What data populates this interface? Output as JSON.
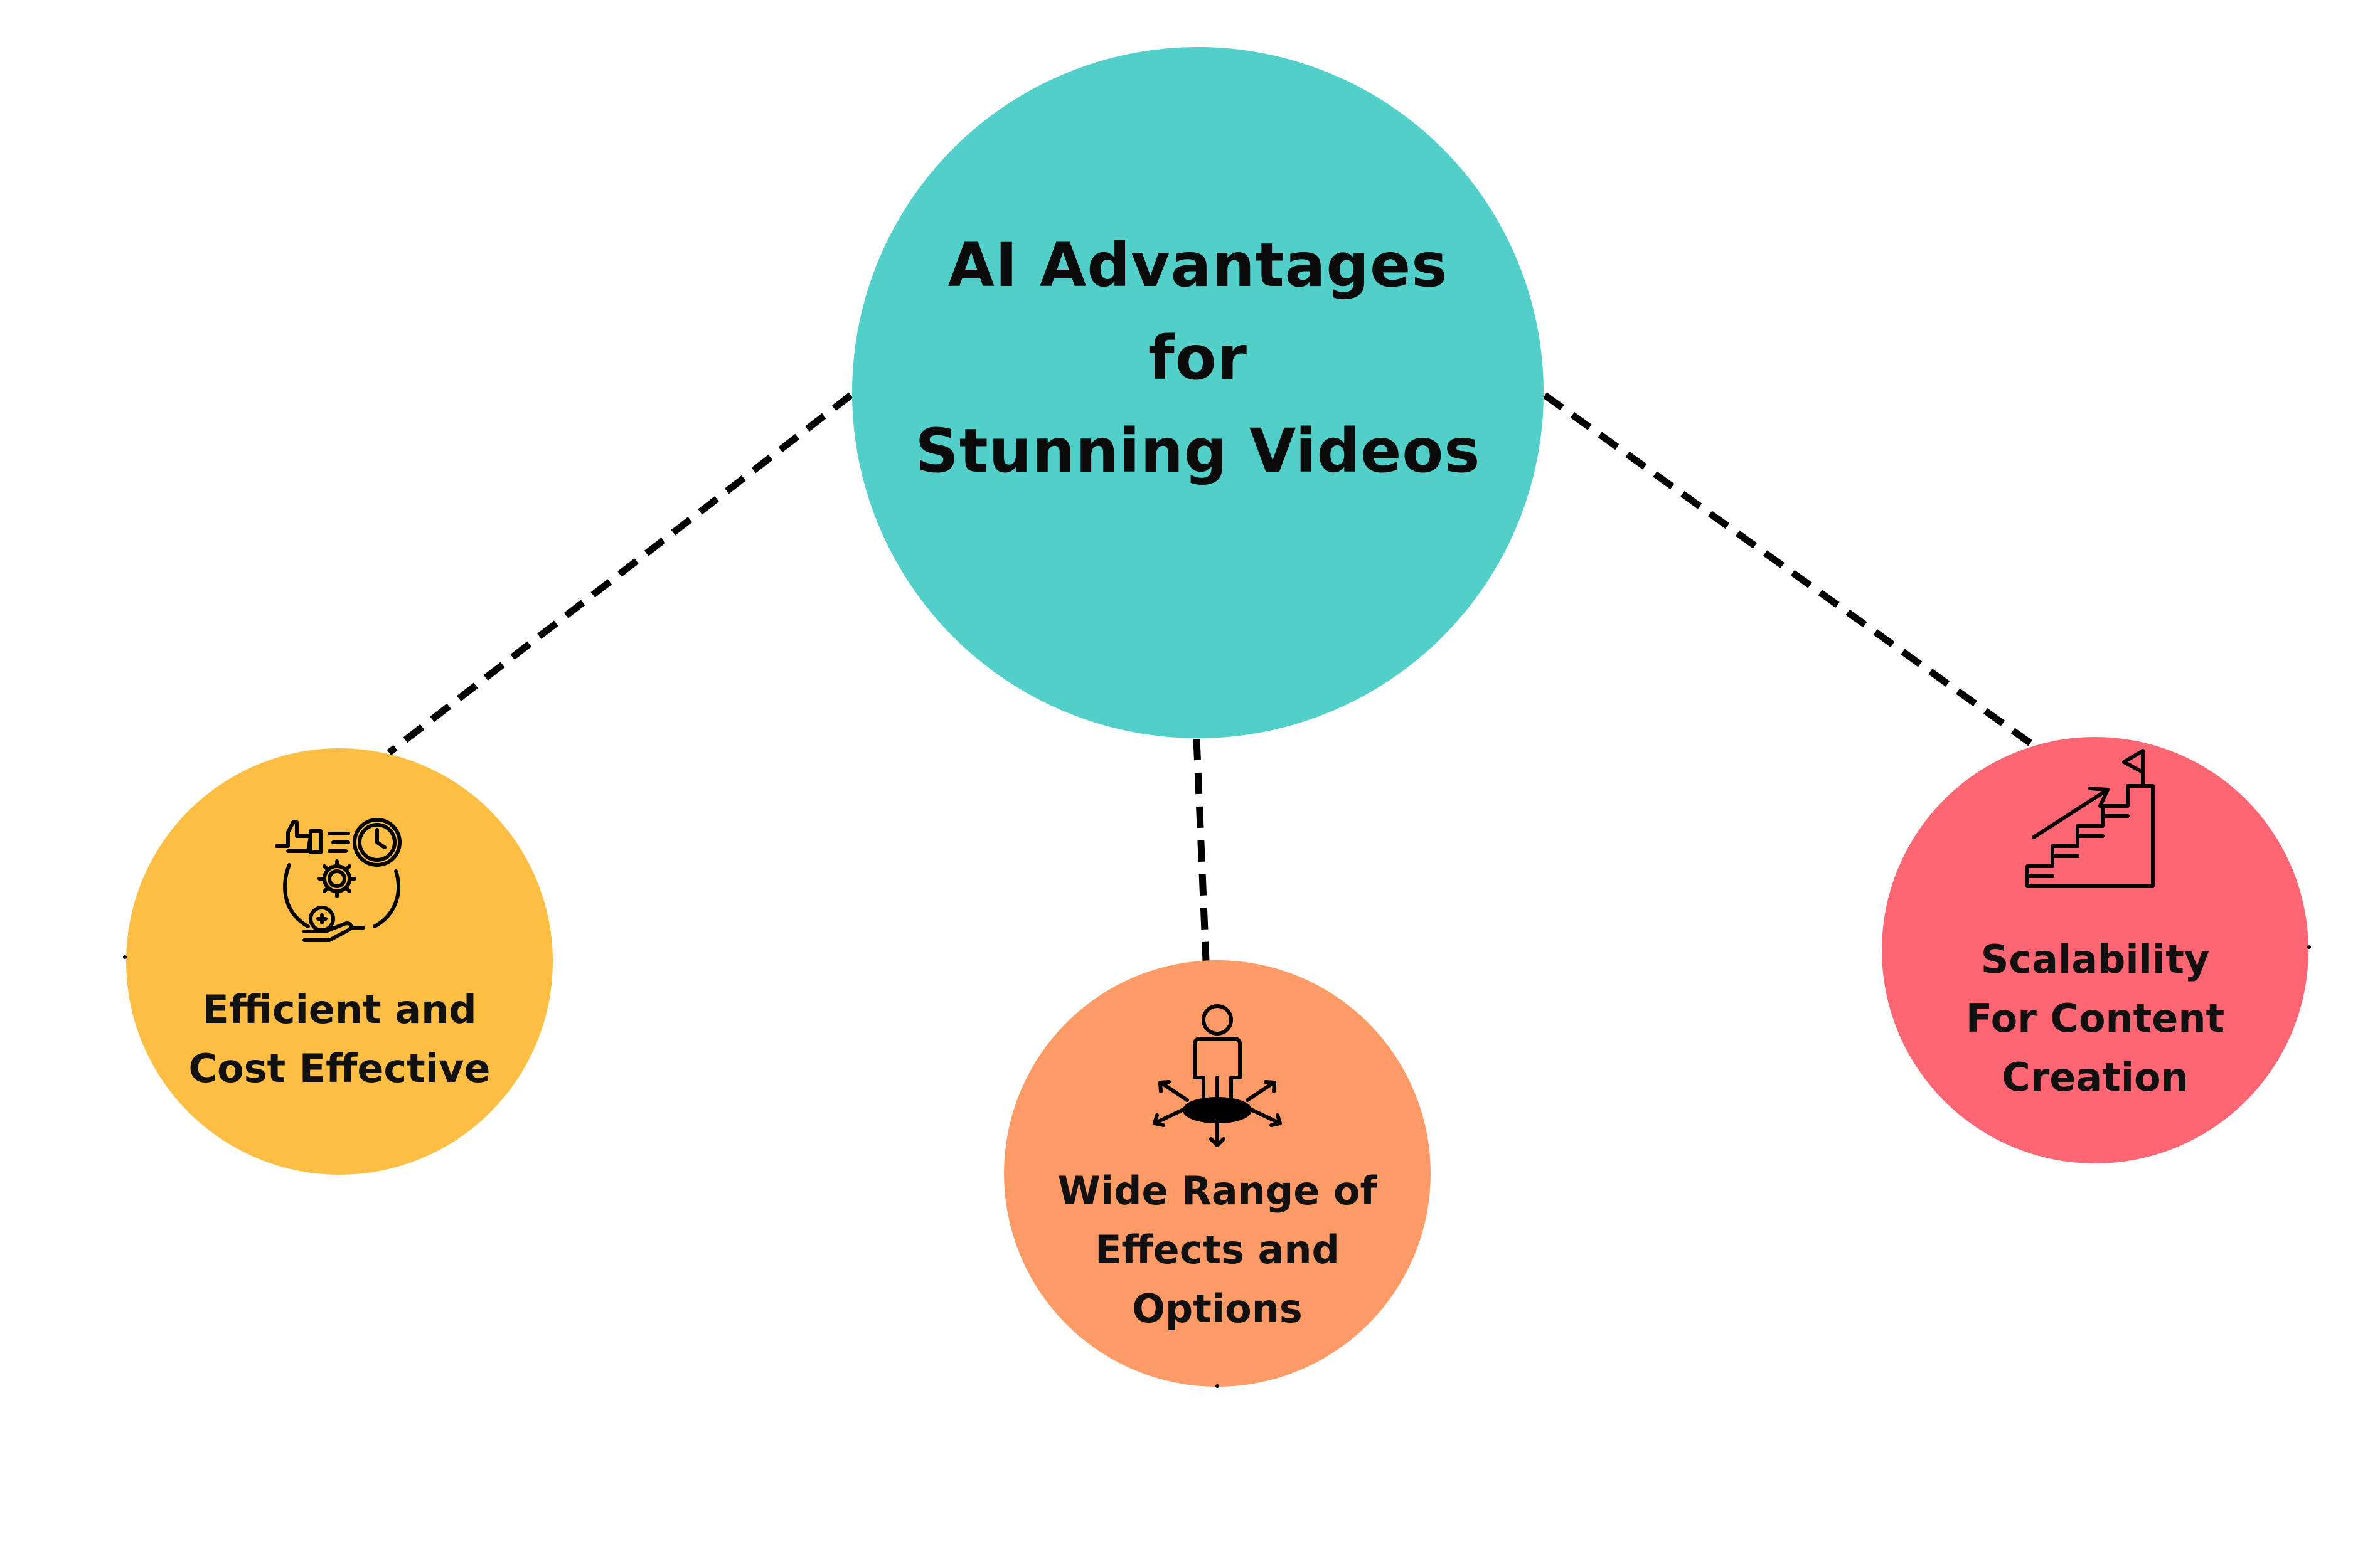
{
  "diagram": {
    "center": {
      "title": "AI Advantages\nfor\nStunning Videos",
      "color": "#52CFC9"
    },
    "nodes": [
      {
        "id": "efficient",
        "label": "Efficient and\nCost Effective",
        "icon": "efficiency-cost-icon",
        "color": "#FDBE43"
      },
      {
        "id": "wide-range",
        "label": "Wide Range of\nEffects and\nOptions",
        "icon": "person-options-icon",
        "color": "#FE9A66"
      },
      {
        "id": "scalability",
        "label": "Scalability\nFor Content\nCreation",
        "icon": "growth-stairs-icon",
        "color": "#FE6673"
      }
    ],
    "connector_style": "dashed"
  }
}
